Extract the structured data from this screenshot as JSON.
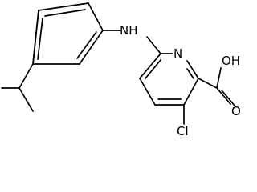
{
  "labels": {
    "nh": "NH",
    "n": "N",
    "oh": "OH",
    "o": "O",
    "cl": "Cl"
  },
  "colors": {
    "bond": "#000000",
    "text": "#000000",
    "background": "#ffffff"
  }
}
